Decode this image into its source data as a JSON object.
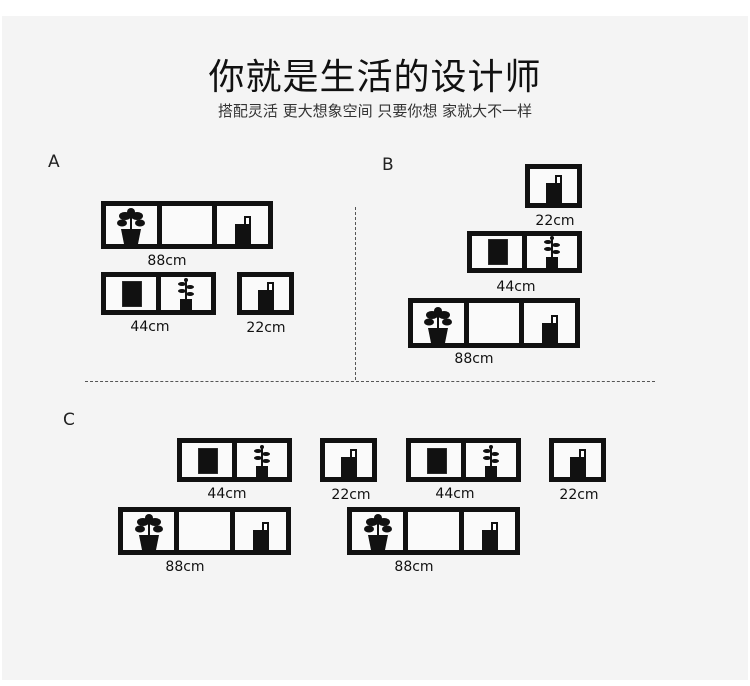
{
  "title": "你就是生活的设计师",
  "subtitle": "搭配灵活 更大想象空间 只要你想 家就大不一样",
  "sections": [
    "A",
    "B",
    "C"
  ],
  "shelves": [
    {
      "label": "88cm",
      "cells": [
        "plant",
        "empty",
        "books"
      ]
    },
    {
      "label": "44cm",
      "cells": [
        "frame",
        "sprout"
      ]
    },
    {
      "label": "22cm",
      "cells": [
        "books"
      ]
    },
    {
      "label": "22cm",
      "cells": [
        "books"
      ]
    },
    {
      "label": "44cm",
      "cells": [
        "frame",
        "sprout"
      ]
    },
    {
      "label": "88cm",
      "cells": [
        "plant",
        "empty",
        "books"
      ]
    },
    {
      "label": "44cm",
      "cells": [
        "frame",
        "sprout"
      ]
    },
    {
      "label": "22cm",
      "cells": [
        "books"
      ]
    },
    {
      "label": "44cm",
      "cells": [
        "frame",
        "sprout"
      ]
    },
    {
      "label": "22cm",
      "cells": [
        "books"
      ]
    },
    {
      "label": "88cm",
      "cells": [
        "plant",
        "empty",
        "books"
      ]
    },
    {
      "label": "88cm",
      "cells": [
        "plant",
        "empty",
        "books"
      ]
    }
  ]
}
